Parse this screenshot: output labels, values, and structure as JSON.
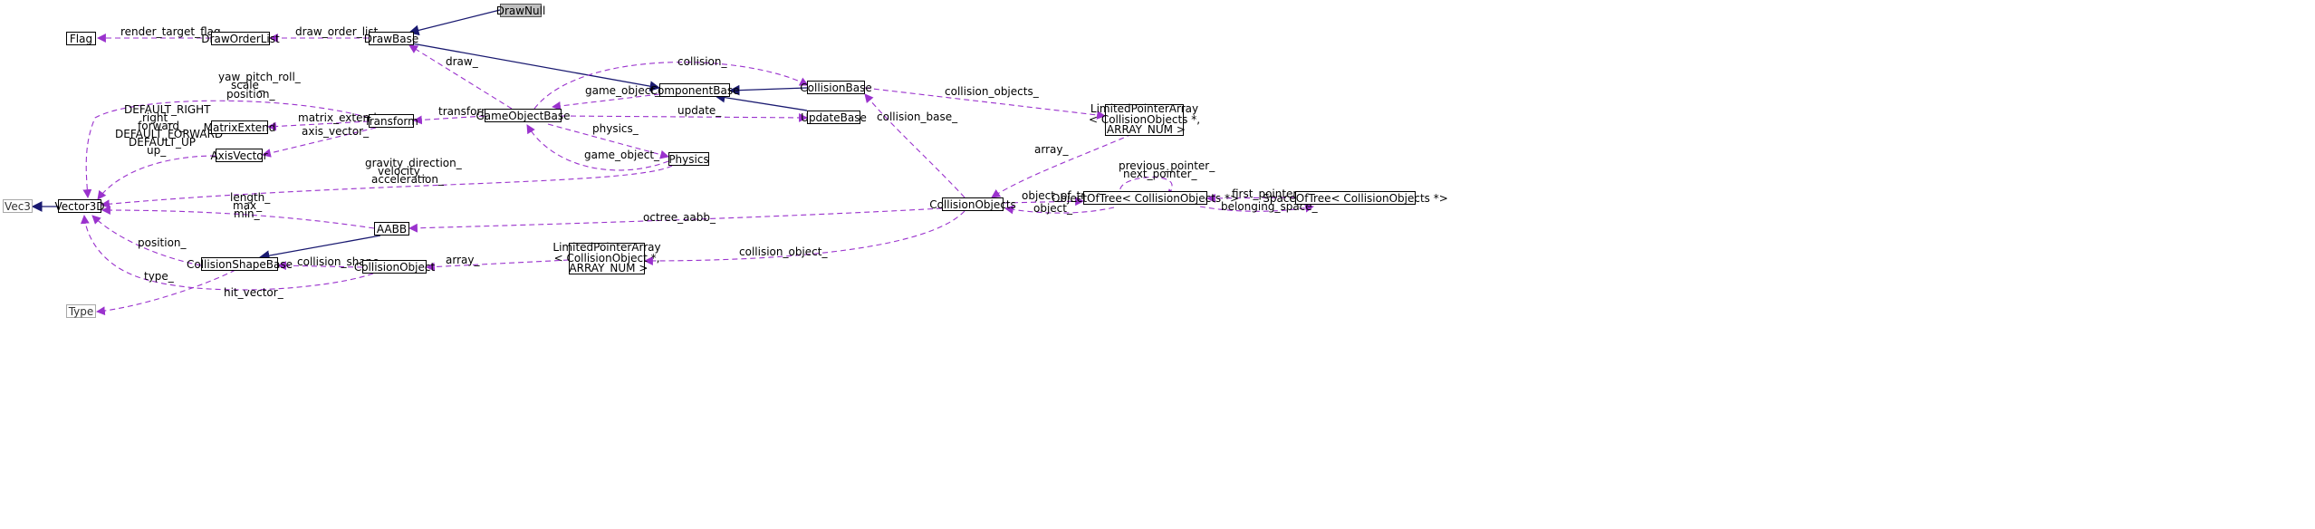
{
  "nodes": {
    "draw_null": "DrawNull",
    "draw_base": "DrawBase",
    "draw_order_list": "DrawOrderList",
    "flag": "Flag",
    "component_base": "ComponentBase",
    "collision_base": "CollisionBase",
    "update_base": "UpdateBase",
    "game_object_base": "GameObjectBase",
    "transform": "Transform",
    "matrix_extend": "MatrixExtend",
    "axis_vector": "AxisVector",
    "physics": "Physics",
    "vector3d": "Vector3D",
    "vec3": "Vec3",
    "aabb": "AABB",
    "collision_shape_base": "CollisionShapeBase",
    "collision_object": "CollisionObject",
    "type": "Type",
    "lpa_collision_object": "LimitedPointerArray\n< CollisionObject *,\n ARRAY_NUM >",
    "lpa_collision_objects": "LimitedPointerArray\n< CollisionObjects *,\n ARRAY_NUM >",
    "collision_objects": "CollisionObjects",
    "object_of_tree": "ObjectOfTree< CollisionObjects *>",
    "space_of_tree": "SpaceOfTree< CollisionObjects *>"
  },
  "edges": {
    "render_target_flag": "render_target_flag_",
    "draw_order_list": "draw_order_list_",
    "draw": "draw_",
    "collision": "collision_",
    "game_object_1": "game_object_",
    "collision_objects": "collision_objects_",
    "update": "update_",
    "transform": "transform_",
    "physics": "physics_",
    "game_object_2": "game_object_",
    "yaw_pitch_roll": "yaw_pitch_roll_",
    "scale": "scale_",
    "position_t": "position_",
    "matrix_extend": "matrix_extend_",
    "axis_vector": "axis_vector_",
    "default_right": "DEFAULT_RIGHT",
    "right": "right_",
    "forward": "forward_",
    "default_forward": "DEFAULT_FORWARD",
    "default_up": "DEFAULT_UP",
    "up": "up_",
    "gravity_direction": "gravity_direction_",
    "velocity": "velocity_",
    "acceleration": "acceleration_",
    "collision_base": "collision_base_",
    "array_1": "array_",
    "previous_pointer": "previous_pointer_",
    "next_pointer": "next_pointer_",
    "object_of_tree": "object_of_tree_",
    "object": "object_",
    "first_pointer": "first_pointer_",
    "belonging_space": "belonging_space_",
    "length": "length_",
    "max": "max_",
    "min": "min_",
    "octree_aabb": "octree_aabb_",
    "position_c": "position_",
    "collision_shape": "collision_shape_",
    "array_2": "array_",
    "collision_object": "collision_object_",
    "type": "type_",
    "hit_vector": "hit_vector_"
  },
  "colors": {
    "inheritance": "#191970",
    "usage": "#9a32cd",
    "node_border": "#000000",
    "external_border": "#a8a8a8",
    "current_fill": "#bfbfbf"
  }
}
